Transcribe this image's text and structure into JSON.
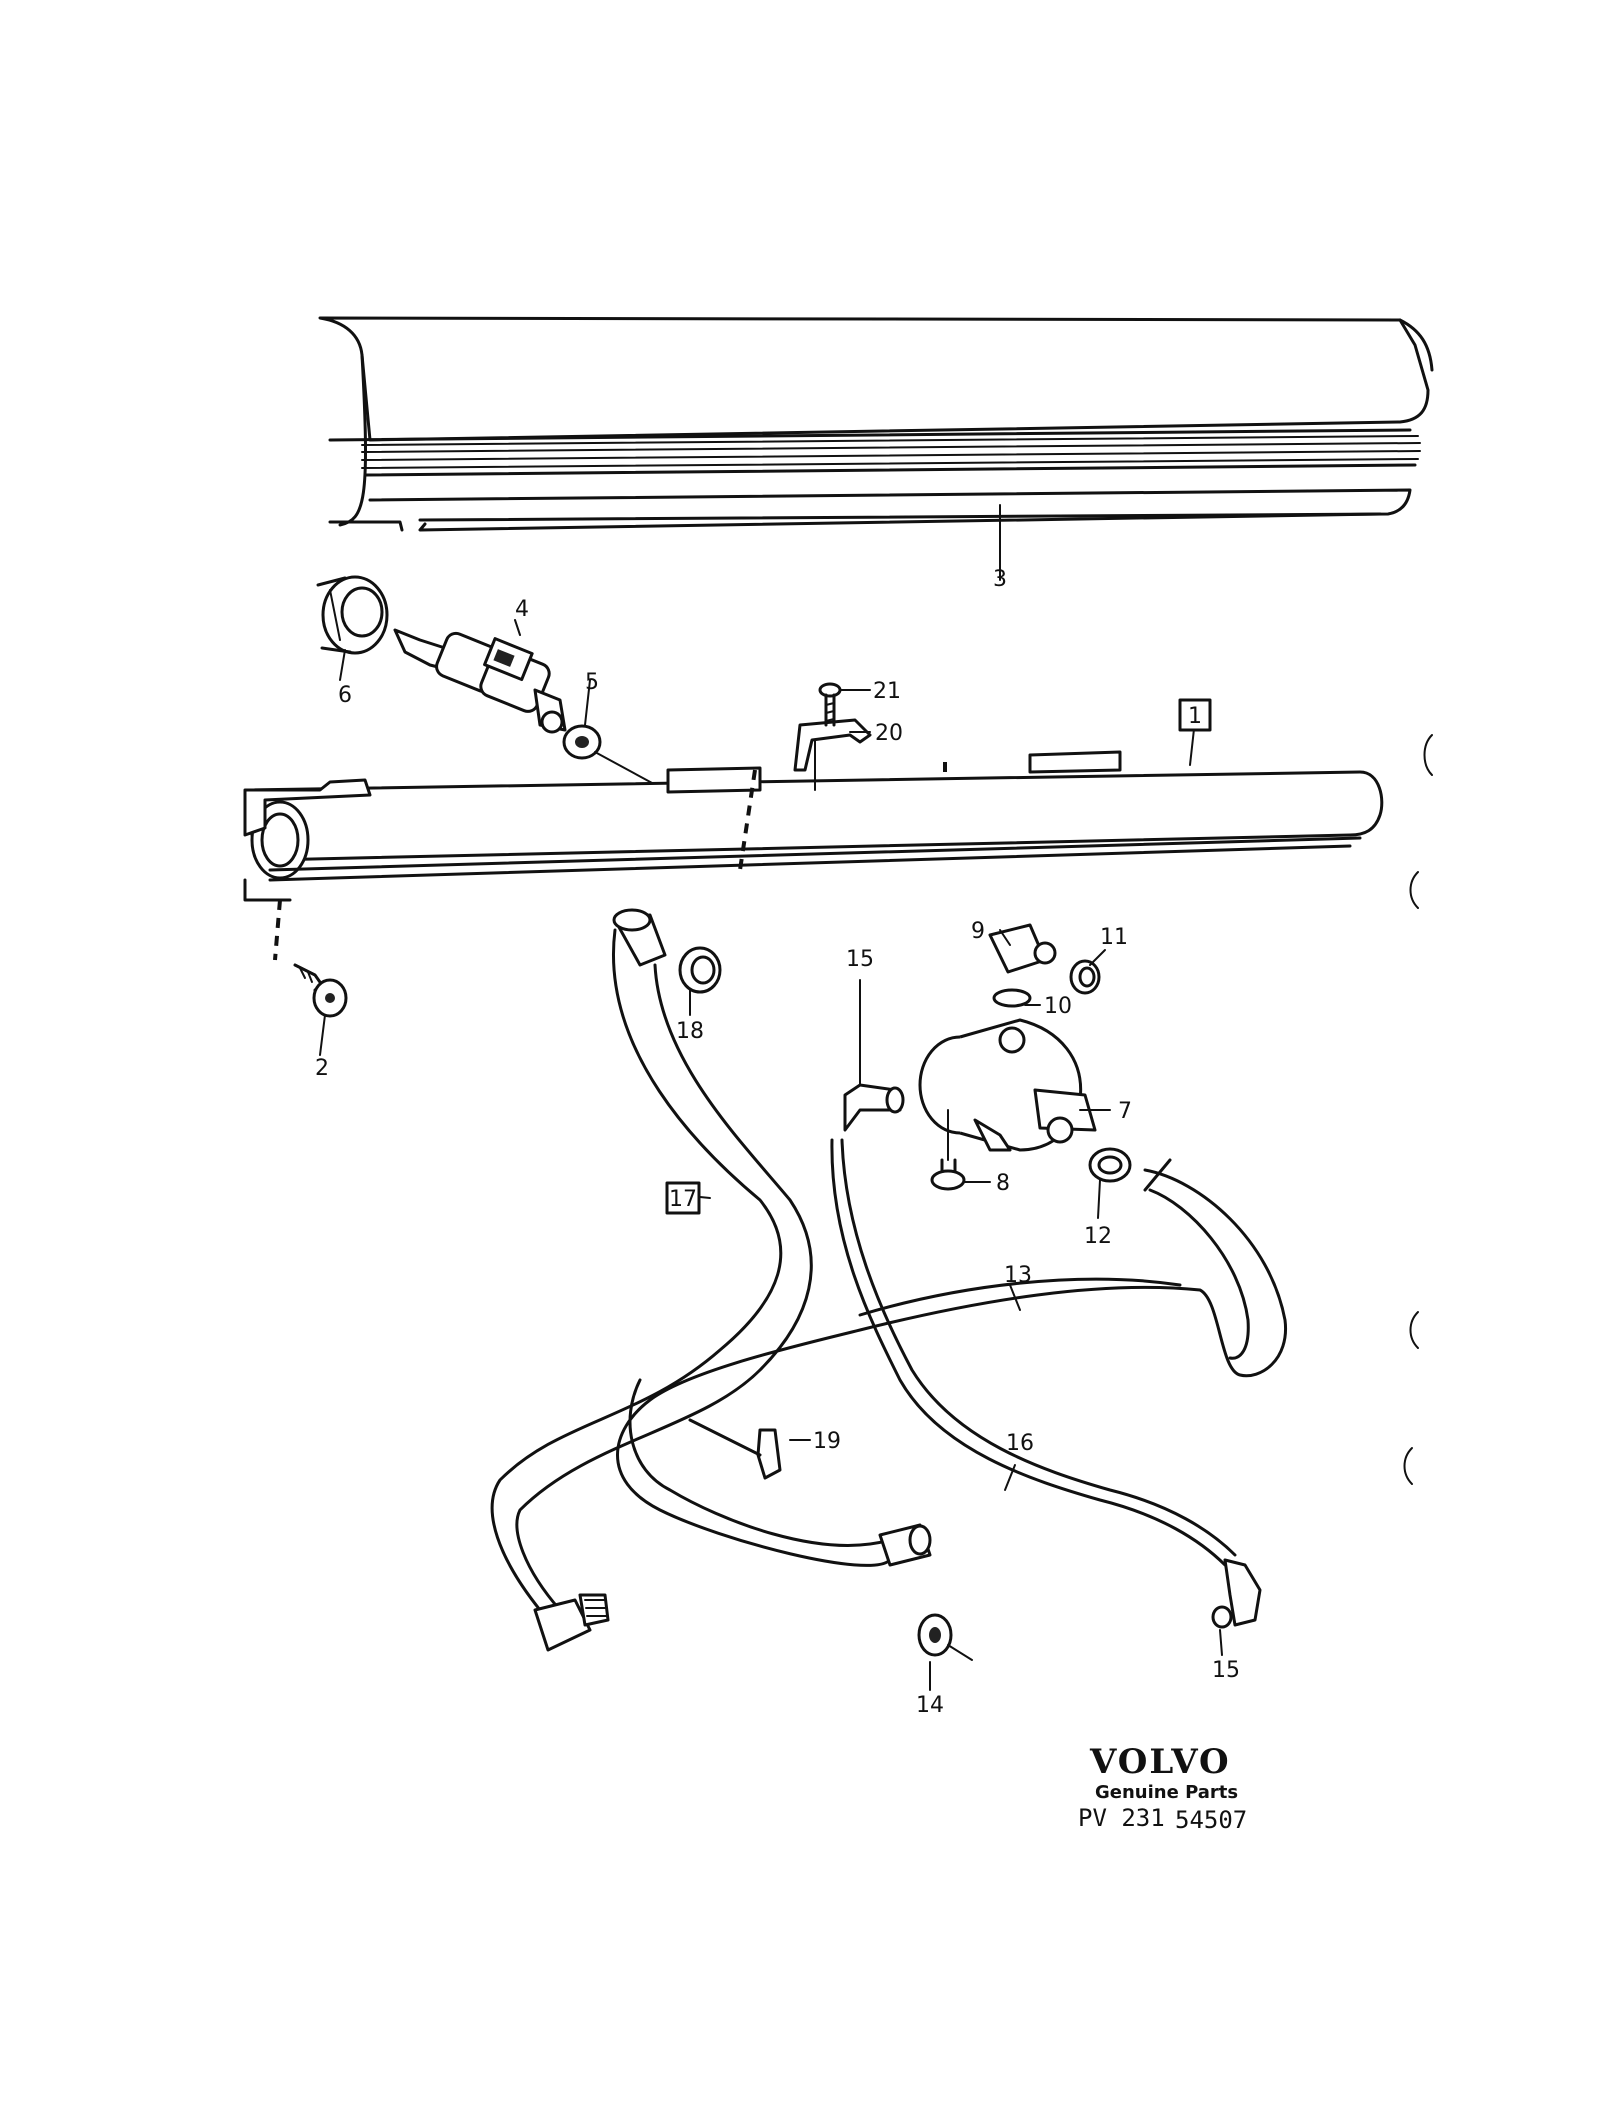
{
  "callouts": {
    "c1": "1",
    "c2": "2",
    "c3": "3",
    "c4": "4",
    "c5": "5",
    "c6": "6",
    "c7": "7",
    "c8": "8",
    "c9": "9",
    "c10": "10",
    "c11": "11",
    "c12": "12",
    "c13": "13",
    "c14": "14",
    "c15a": "15",
    "c15b": "15",
    "c16": "16",
    "c17": "17",
    "c18": "18",
    "c19": "19",
    "c20": "20",
    "c21": "21"
  },
  "brand": {
    "logo": "VOLVO",
    "tagline": "Genuine Parts",
    "code_prefix": "PV 231",
    "code_number": "54507"
  }
}
